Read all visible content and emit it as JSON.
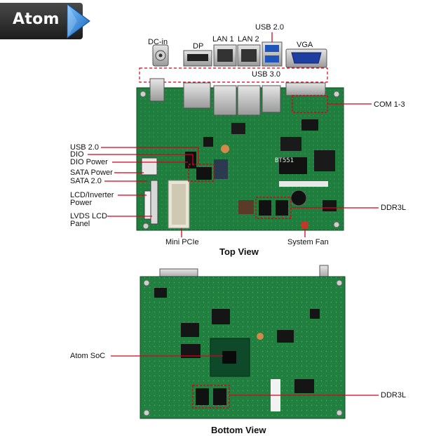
{
  "badge": {
    "label": "Atom",
    "gradient_color": "#2a7fd4"
  },
  "accent_color": "#d9001b",
  "top_view": {
    "caption": "Top View",
    "labels": {
      "dc_in": "DC-in",
      "dp": "DP",
      "lan1": "LAN 1",
      "lan2": "LAN 2",
      "usb20_top": "USB 2.0",
      "vga": "VGA",
      "usb30": "USB 3.0",
      "com": "COM 1-3",
      "usb20_left": "USB 2.0",
      "dio": "DIO",
      "dio_power": "DIO Power",
      "sata_power": "SATA Power",
      "sata20": "SATA 2.0",
      "lcd_inverter_1": "LCD/Inverter",
      "lcd_inverter_2": "Power",
      "lvds_1": "LVDS LCD",
      "lvds_2": "Panel",
      "ddr3l": "DDR3L",
      "mini_pcie": "Mini PCIe",
      "system_fan": "System Fan"
    },
    "board_text": {
      "model": "BT551"
    }
  },
  "bottom_view": {
    "caption": "Bottom View",
    "labels": {
      "atom_soc": "Atom SoC",
      "ddr3l": "DDR3L"
    }
  }
}
